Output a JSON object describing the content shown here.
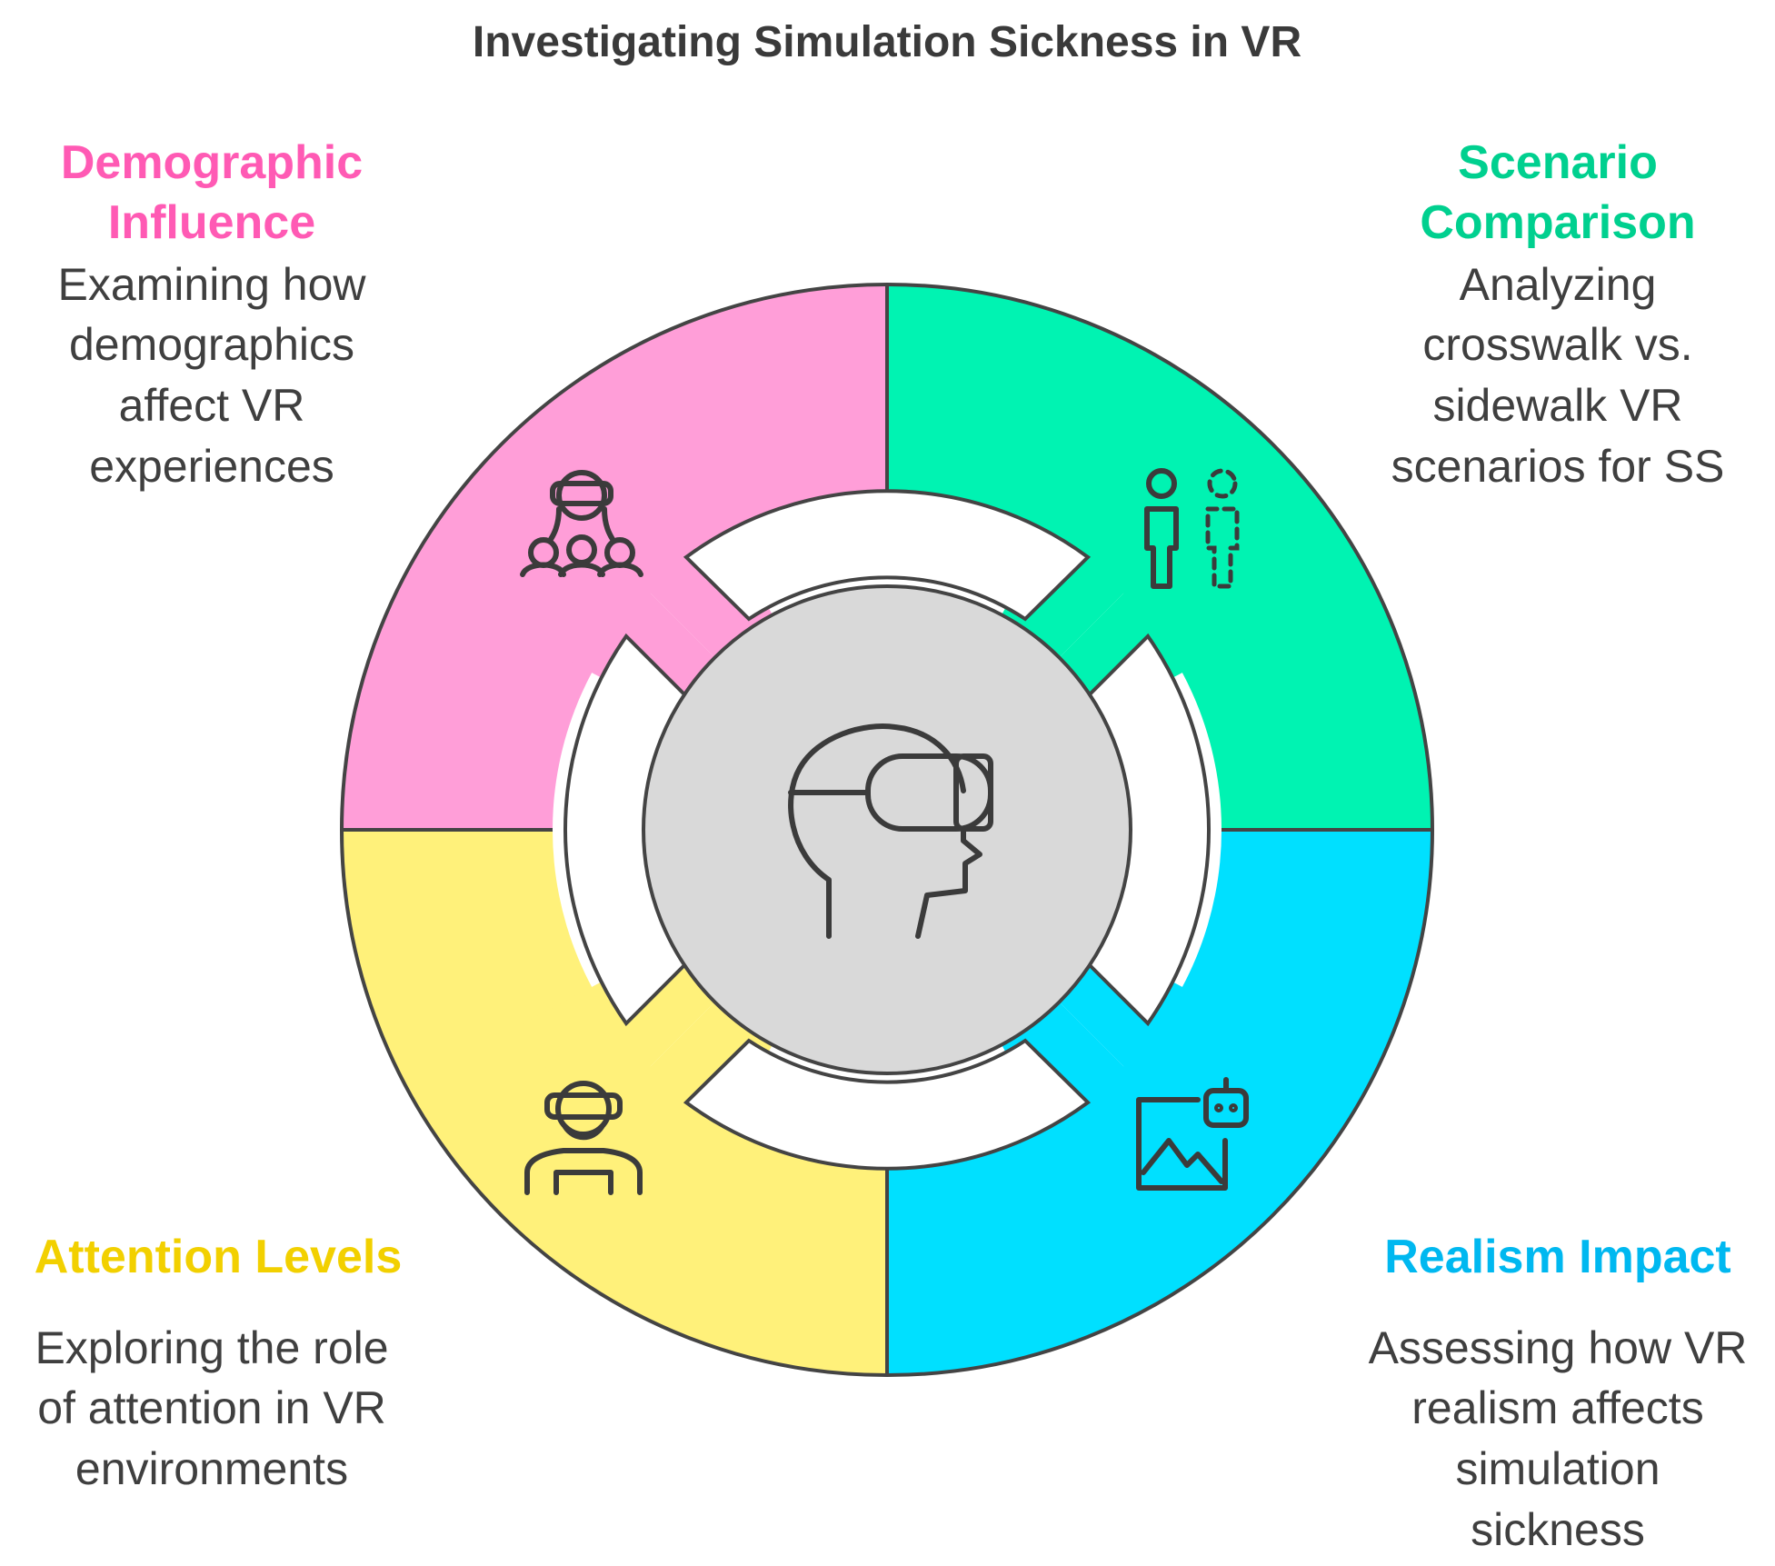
{
  "title": "Investigating Simulation Sickness in VR",
  "colors": {
    "demographic": "#ff9ed8",
    "scenario": "#00f3b2",
    "attention": "#fff17a",
    "realism": "#00e0ff",
    "center": "#d9d9d9",
    "outline": "#444444",
    "demographic_text": "#ff5ab4",
    "scenario_text": "#00d08f",
    "attention_text": "#f2d000",
    "realism_text": "#00b8f0"
  },
  "center": {
    "icon": "vr-headset-head-icon"
  },
  "segments": [
    {
      "id": "demographic",
      "title_lines": [
        "Demographic",
        "Influence"
      ],
      "desc_lines": [
        "Examining how",
        "demographics",
        "affect VR",
        "experiences"
      ],
      "icon": "group-vr-users-icon"
    },
    {
      "id": "scenario",
      "title_lines": [
        "Scenario",
        "Comparison"
      ],
      "desc_lines": [
        "Analyzing",
        "crosswalk vs.",
        "sidewalk VR",
        "scenarios for SS"
      ],
      "icon": "person-comparison-icon"
    },
    {
      "id": "attention",
      "title_lines": [
        "Attention Levels"
      ],
      "desc_lines": [
        "Exploring the role",
        "of attention in VR",
        "environments"
      ],
      "icon": "vr-user-icon"
    },
    {
      "id": "realism",
      "title_lines": [
        "Realism Impact"
      ],
      "desc_lines": [
        "Assessing how VR",
        "realism affects",
        "simulation",
        "sickness"
      ],
      "icon": "image-robot-icon"
    }
  ]
}
